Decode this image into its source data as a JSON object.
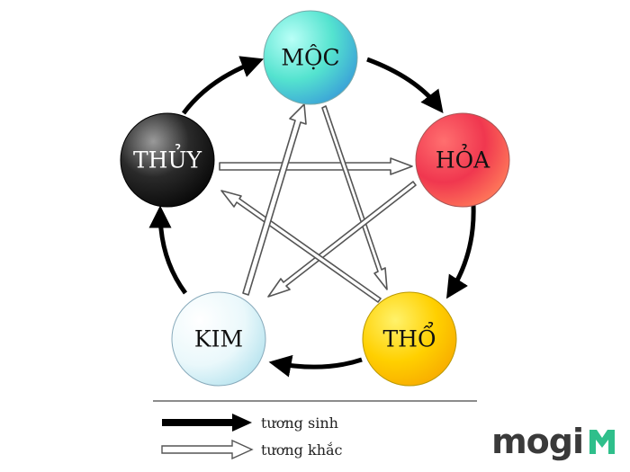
{
  "nodes": [
    {
      "id": "moc",
      "label": "MỘC"
    },
    {
      "id": "hoa",
      "label": "HỎA"
    },
    {
      "id": "tho",
      "label": "THỔ"
    },
    {
      "id": "kim",
      "label": "KIM"
    },
    {
      "id": "thuy",
      "label": "THỦY"
    }
  ],
  "legend": {
    "generating": "tương sinh",
    "overcoming": "tương khắc"
  },
  "brand": {
    "name": "mogi",
    "accent_color": "#2fbf8b"
  }
}
